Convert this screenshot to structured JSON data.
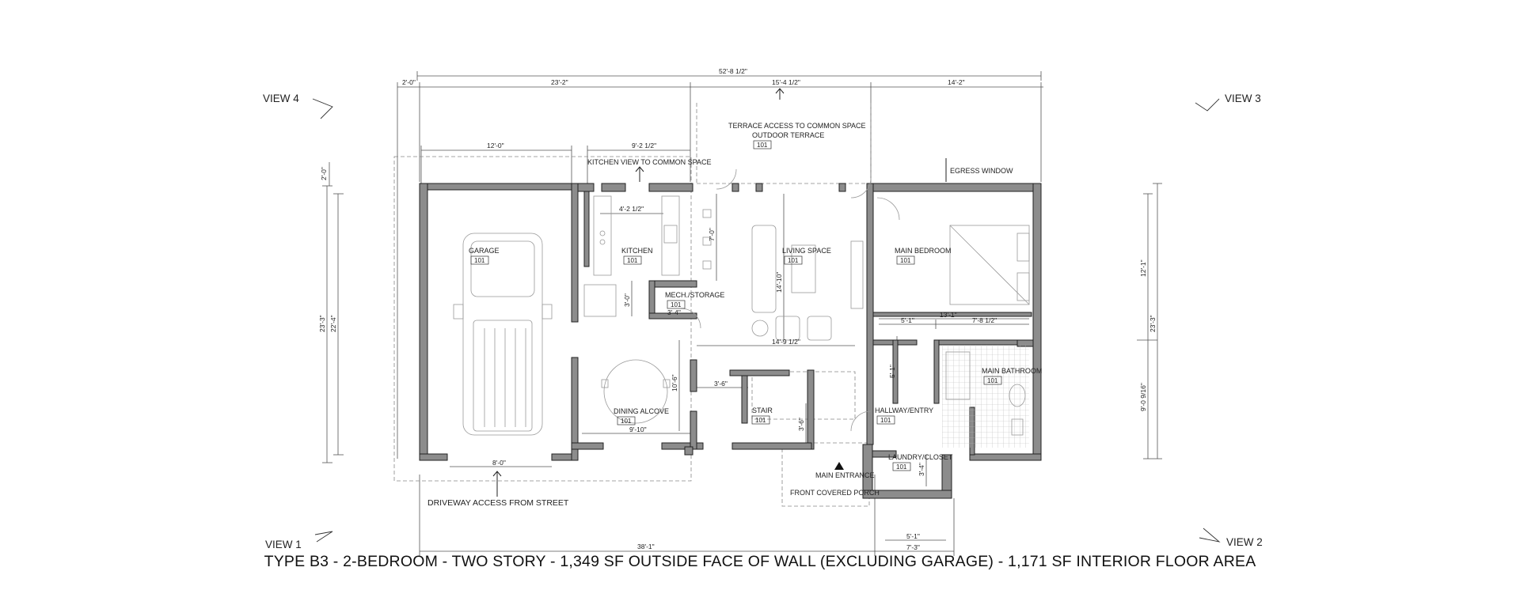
{
  "caption": "TYPE B3 - 2-BEDROOM - TWO STORY - 1,349 SF OUTSIDE FACE OF WALL (EXCLUDING GARAGE) - 1,171 SF INTERIOR FLOOR AREA",
  "views": {
    "v1": "VIEW 1",
    "v2": "VIEW 2",
    "v3": "VIEW 3",
    "v4": "VIEW 4"
  },
  "rooms": {
    "garage": {
      "name": "GARAGE",
      "num": "101"
    },
    "kitchen": {
      "name": "KITCHEN",
      "num": "101"
    },
    "mech": {
      "name": "MECH./STORAGE",
      "num": "101"
    },
    "living": {
      "name": "LIVING SPACE",
      "num": "101"
    },
    "bedroom": {
      "name": "MAIN BEDROOM",
      "num": "101"
    },
    "bath": {
      "name": "MAIN BATHROOM",
      "num": "101"
    },
    "dining": {
      "name": "DINING ALCOVE",
      "num": "101"
    },
    "stair": {
      "name": "STAIR",
      "num": "101"
    },
    "hall": {
      "name": "HALLWAY/ENTRY",
      "num": "101"
    },
    "laundry": {
      "name": "LAUNDRY/CLOSET",
      "num": "101"
    },
    "terrace": {
      "line1": "TERRACE ACCESS TO COMMON SPACE",
      "line2": "OUTDOOR TERRACE",
      "num": "101"
    }
  },
  "notes": {
    "kitchen_view": "KITCHEN VIEW TO COMMON SPACE",
    "egress": "EGRESS WINDOW",
    "main_entrance": "MAIN ENTRANCE",
    "porch": "FRONT COVERED PORCH",
    "driveway": "DRIVEWAY ACCESS FROM STREET"
  },
  "dims": {
    "overall": "52'-8 1/2\"",
    "d2_0": "2'-0\"",
    "d23_2": "23'-2\"",
    "d15_4": "15'-4 1/2\"",
    "d14_2": "14'-2\"",
    "d12_0": "12'-0\"",
    "d9_2": "9'-2 1/2\"",
    "d4_2": "4'-2 1/2\"",
    "d7_0": "7'-0\"",
    "d3_0": "3'-0\"",
    "d3_4": "3'-4\"",
    "d14_10": "14'-10\"",
    "d14_9": "14'-9 1/2\"",
    "d13_1": "13'-1\"",
    "d5_1a": "5'-1\"",
    "d7_8": "7'-8 1/2\"",
    "d5_1b": "5'-1\"",
    "d10_6": "10'-6\"",
    "d3_6a": "3'-6\"",
    "d3_6b": "3'-6\"",
    "d9_10": "9'-10\"",
    "d8_0": "8'-0\"",
    "d3_4b": "3'-4\"",
    "d38_1": "38'-1\"",
    "d5_1c": "5'-1\"",
    "d7_3": "7'-3\"",
    "d2_0v": "2'-0\"",
    "d23_3": "23'-3\"",
    "d22_4": "22'-4\"",
    "d12_1": "12'-1\"",
    "d23_3r": "23'-3\"",
    "d9_0": "9'-0 9/16\""
  }
}
